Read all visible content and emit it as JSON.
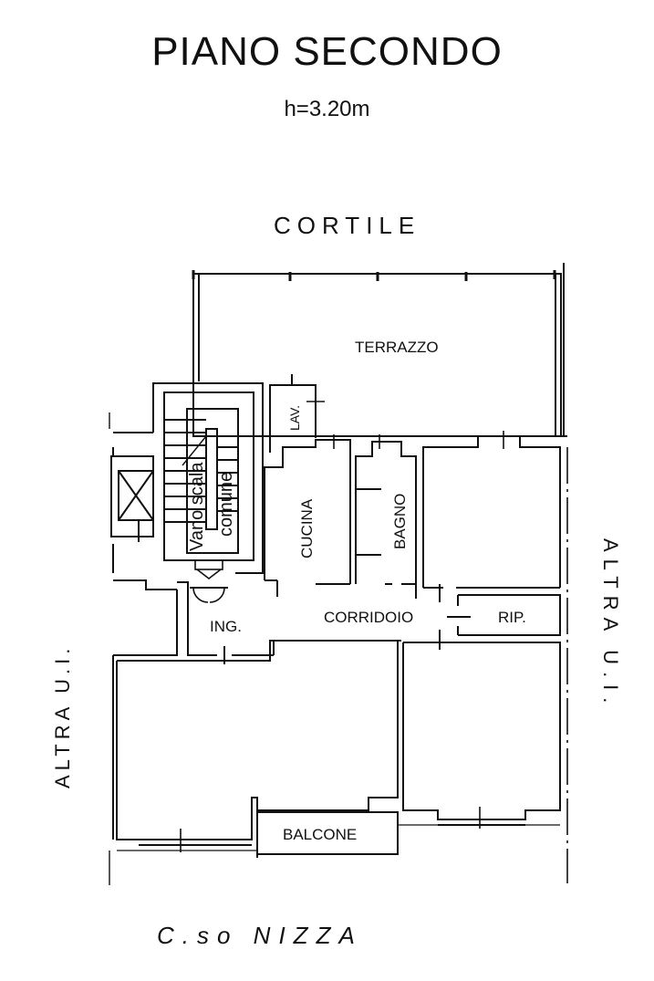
{
  "plan": {
    "title": "PIANO SECONDO",
    "height_label": "h=3.20m",
    "courtyard_label": "CORTILE",
    "street_label": "C.so NIZZA",
    "rooms": {
      "terrazzo": "TERRAZZO",
      "lavanderia": "LAV.",
      "cucina": "CUCINA",
      "bagno": "BAGNO",
      "scala_line1": "Vano scala",
      "scala_line2": "comune",
      "ingresso": "ING.",
      "corridoio": "CORRIDOIO",
      "ripostiglio": "RIP.",
      "balcone": "BALCONE"
    },
    "neighbor_left": "ALTRA U.I.",
    "neighbor_right": "ALTRA U.I."
  }
}
